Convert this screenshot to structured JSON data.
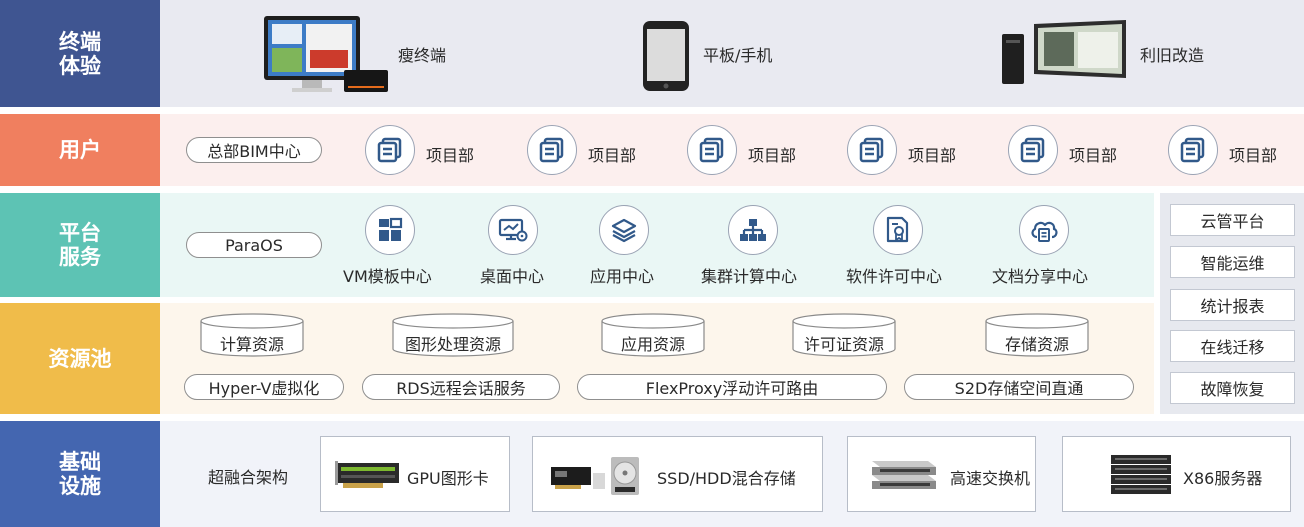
{
  "layers": {
    "terminal": {
      "label": "终端体验",
      "items": [
        "瘦终端",
        "平板/手机",
        "利旧改造"
      ]
    },
    "user": {
      "label": "用户",
      "hq": "总部BIM中心",
      "projects": [
        "项目部",
        "项目部",
        "项目部",
        "项目部",
        "项目部",
        "项目部"
      ]
    },
    "platform": {
      "label": "平台服务",
      "base": "ParaOS",
      "services": [
        "VM模板中心",
        "桌面中心",
        "应用中心",
        "集群计算中心",
        "软件许可中心",
        "文档分享中心"
      ]
    },
    "pool": {
      "label": "资源池",
      "resources": [
        "计算资源",
        "图形处理资源",
        "应用资源",
        "许可证资源",
        "存储资源"
      ],
      "tech": [
        "Hyper-V虚拟化",
        "RDS远程会话服务",
        "FlexProxy浮动许可路由",
        "S2D存储空间直通"
      ]
    },
    "infra": {
      "label": "基础设施",
      "arch": "超融合架构",
      "hardware": [
        "GPU图形卡",
        "SSD/HDD混合存储",
        "高速交换机",
        "X86服务器"
      ]
    }
  },
  "management": [
    "云管平台",
    "智能运维",
    "统计报表",
    "在线迁移",
    "故障恢复"
  ],
  "colors": {
    "terminal": "#3f5591",
    "user": "#f07f5f",
    "platform": "#5dc3b4",
    "pool": "#f0bc4a",
    "infra": "#4466b0",
    "accent": "#31598a"
  }
}
